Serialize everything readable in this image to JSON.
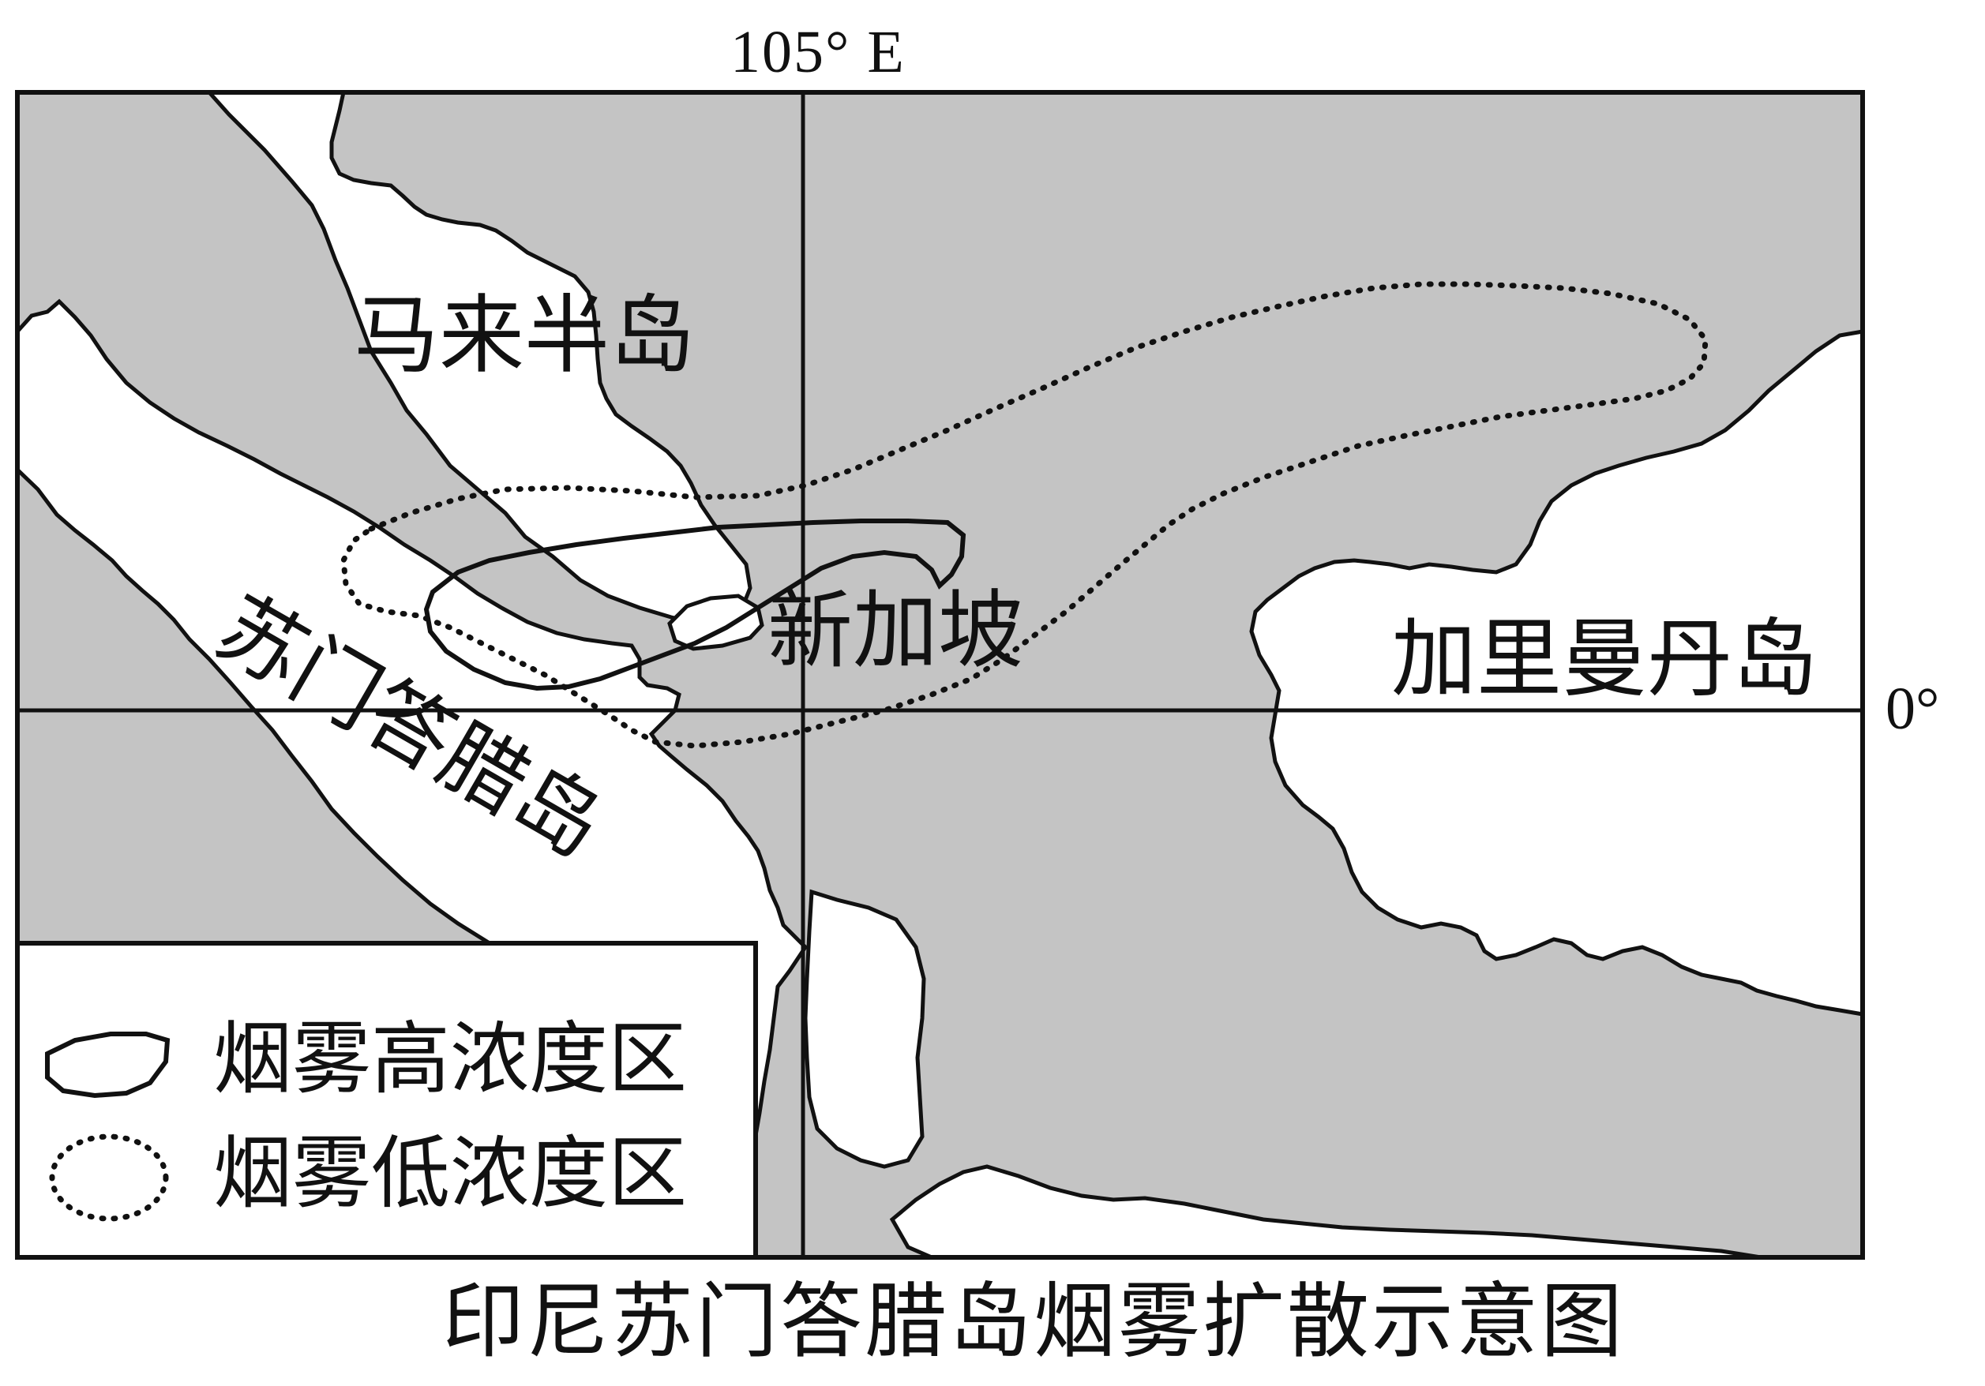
{
  "map": {
    "title": "印尼苏门答腊岛烟雾扩散示意图",
    "longitude_label": "105° E",
    "latitude_label": "0°",
    "colors": {
      "sea": "#c4c4c4",
      "land": "#ffffff",
      "outline": "#111111"
    },
    "places": {
      "malay_peninsula": "马来半岛",
      "singapore": "新加坡",
      "kalimantan": "加里曼丹岛",
      "sumatra": "苏门答腊岛"
    },
    "legend": {
      "high": {
        "label": "烟雾高浓度区",
        "line_style": "solid"
      },
      "low": {
        "label": "烟雾低浓度区",
        "line_style": "dotted"
      }
    }
  }
}
